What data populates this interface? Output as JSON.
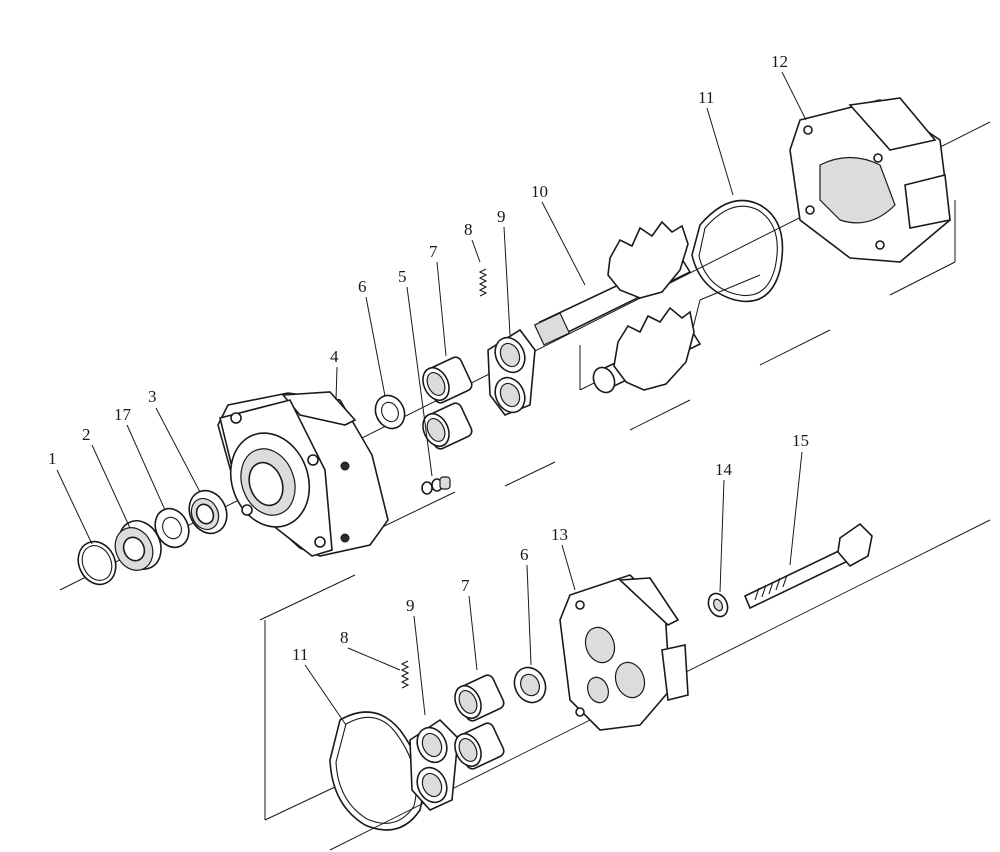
{
  "diagram": {
    "callouts": [
      {
        "id": "c1",
        "label": "1"
      },
      {
        "id": "c2",
        "label": "2"
      },
      {
        "id": "c17",
        "label": "17"
      },
      {
        "id": "c3",
        "label": "3"
      },
      {
        "id": "c4",
        "label": "4"
      },
      {
        "id": "c6a",
        "label": "6"
      },
      {
        "id": "c5",
        "label": "5"
      },
      {
        "id": "c7a",
        "label": "7"
      },
      {
        "id": "c8a",
        "label": "8"
      },
      {
        "id": "c9a",
        "label": "9"
      },
      {
        "id": "c10",
        "label": "10"
      },
      {
        "id": "c11a",
        "label": "11"
      },
      {
        "id": "c12",
        "label": "12"
      },
      {
        "id": "c15",
        "label": "15"
      },
      {
        "id": "c14",
        "label": "14"
      },
      {
        "id": "c13",
        "label": "13"
      },
      {
        "id": "c6b",
        "label": "6"
      },
      {
        "id": "c7b",
        "label": "7"
      },
      {
        "id": "c9b",
        "label": "9"
      },
      {
        "id": "c8b",
        "label": "8"
      },
      {
        "id": "c11b",
        "label": "11"
      }
    ]
  }
}
